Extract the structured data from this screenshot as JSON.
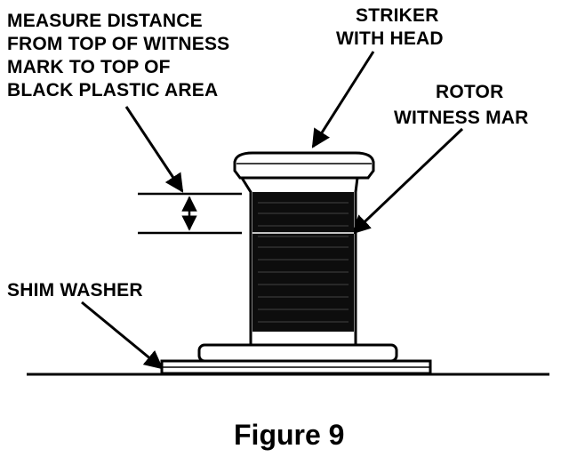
{
  "labels": {
    "measure": {
      "line1": "MEASURE DISTANCE",
      "line2": "FROM TOP OF WITNESS",
      "line3": "MARK TO TOP OF",
      "line4": "BLACK PLASTIC AREA"
    },
    "striker": {
      "line1": "STRIKER",
      "line2": "WITH HEAD"
    },
    "rotor": {
      "line1": "ROTOR",
      "line2": "WITNESS MAR"
    },
    "shim": "SHIM WASHER"
  },
  "caption": "Figure 9",
  "colors": {
    "ink": "#000000",
    "paper": "#ffffff"
  }
}
